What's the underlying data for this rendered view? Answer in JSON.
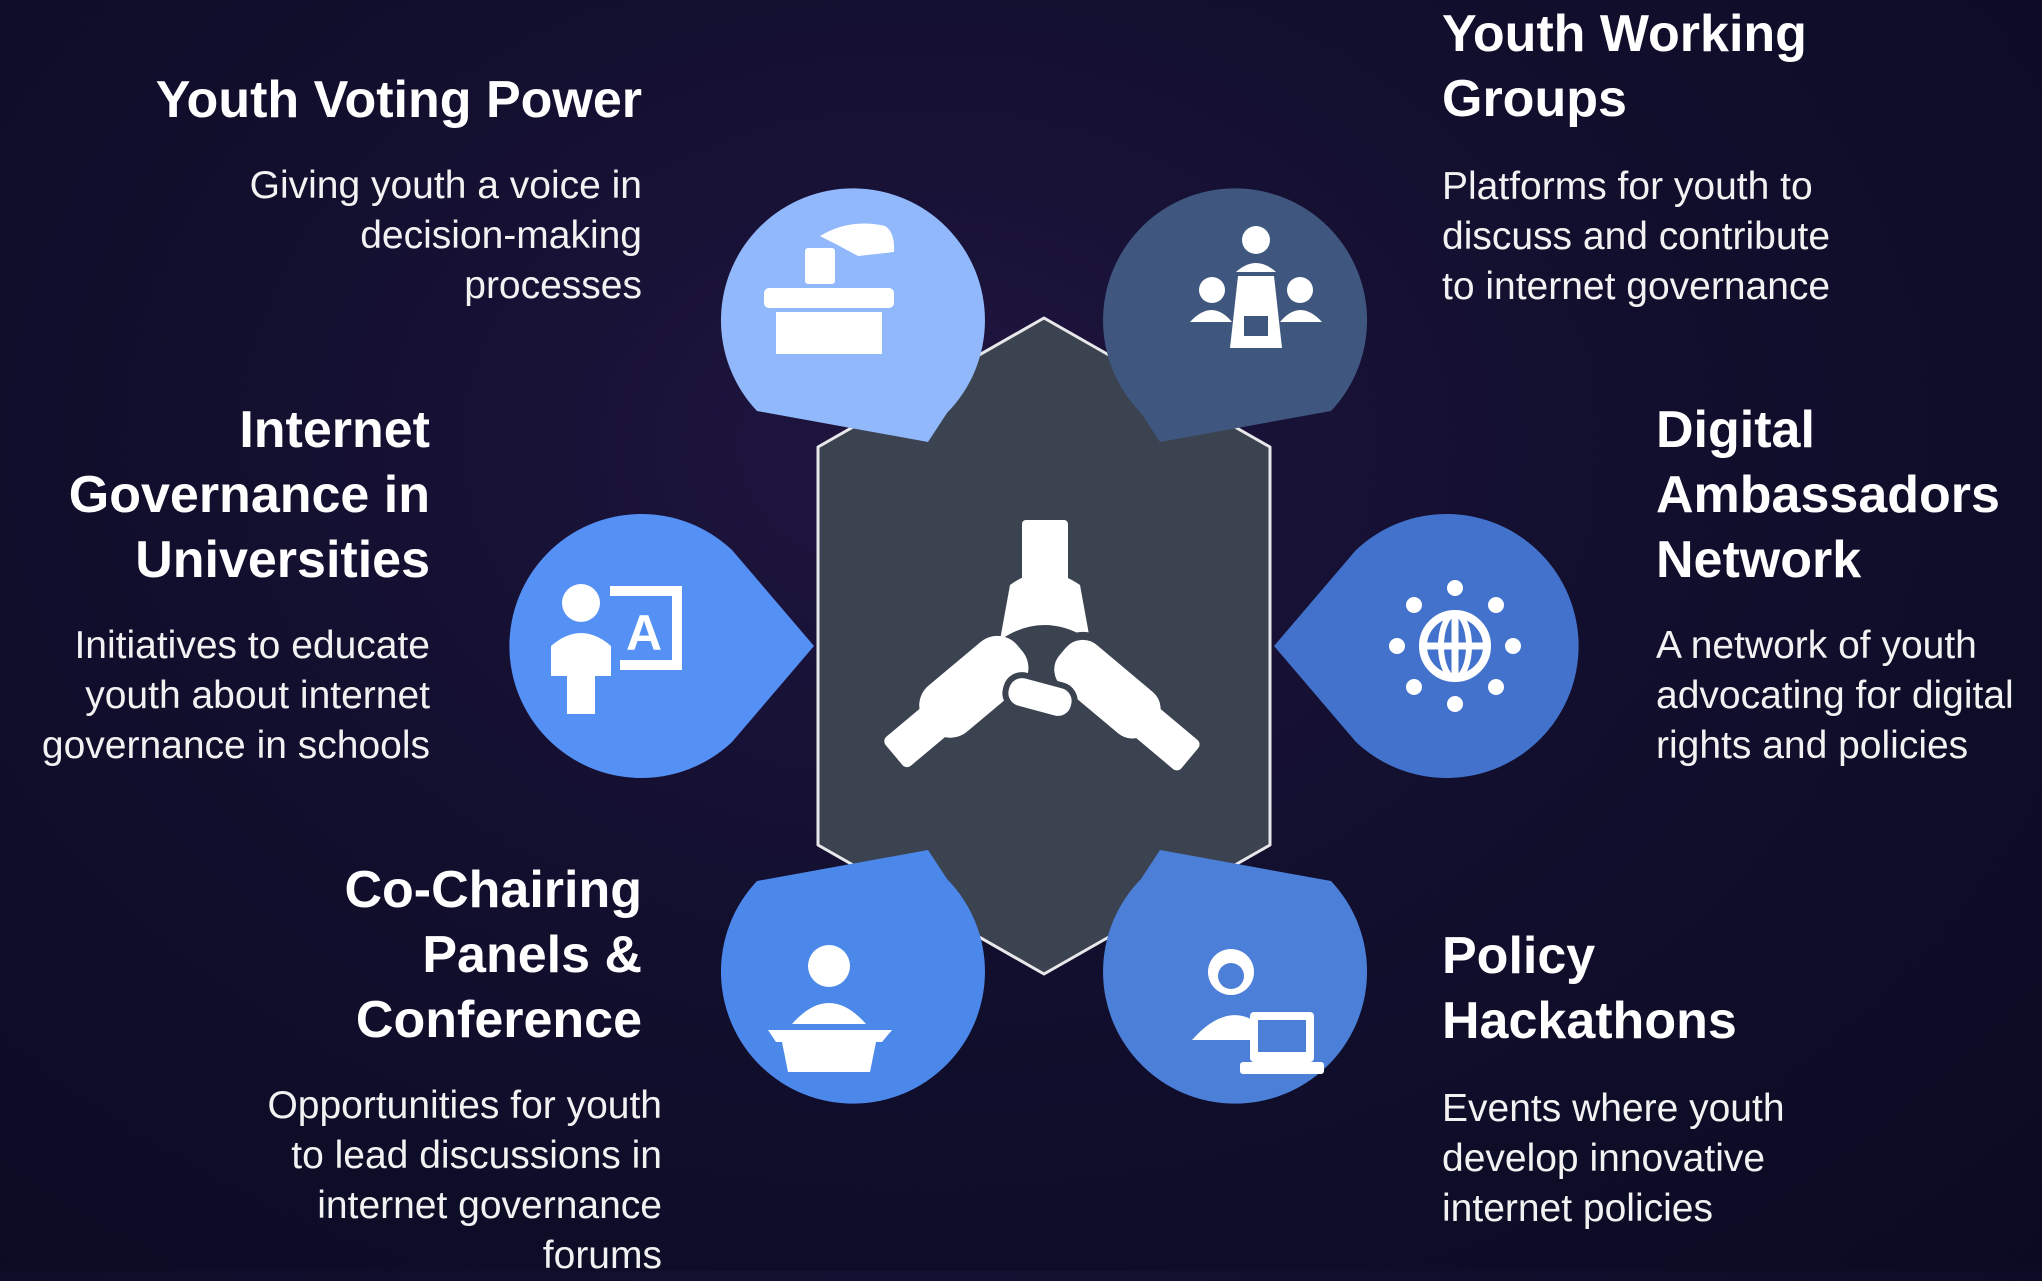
{
  "center": {
    "icon": "hands-together-icon",
    "color": "#3b4250"
  },
  "items": [
    {
      "title": "Youth Voting Power",
      "description": "Giving youth a voice in decision-making processes",
      "icon": "ballot-box-icon",
      "color": "#91b8fa"
    },
    {
      "title": "Youth Working Groups",
      "description": "Platforms for youth to discuss and contribute to internet governance",
      "icon": "meeting-group-icon",
      "color": "#3f577f"
    },
    {
      "title": "Internet Governance in Universities",
      "description": "Initiatives to educate youth about internet governance in schools",
      "icon": "teacher-board-icon",
      "color": "#5590f4"
    },
    {
      "title": "Digital Ambassadors Network",
      "description": "A network of youth advocating for digital rights and policies",
      "icon": "global-network-icon",
      "color": "#4272cb"
    },
    {
      "title": "Co-Chairing Panels & Conference",
      "description": "Opportunities for youth to lead discussions in internet governance forums",
      "icon": "speaker-podium-icon",
      "color": "#4c88ea"
    },
    {
      "title": "Policy Hackathons",
      "description": "Events where youth develop innovative internet policies",
      "icon": "person-laptop-icon",
      "color": "#4b7fd8"
    }
  ]
}
